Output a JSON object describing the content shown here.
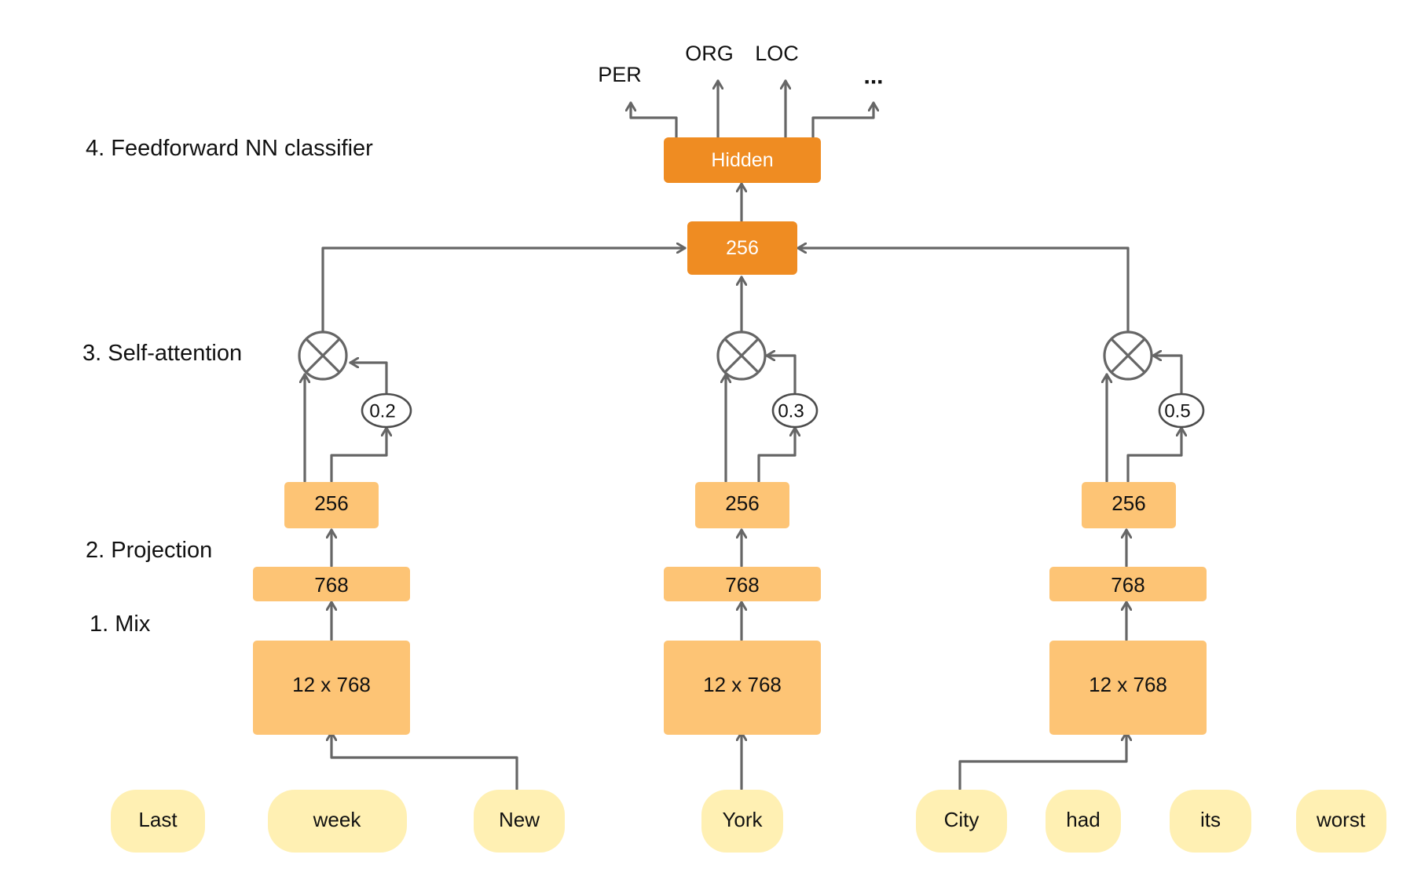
{
  "colors": {
    "token": "#fff0b3",
    "block": "#fdc475",
    "classifier": "#ef8c22",
    "arrow": "#666666"
  },
  "stages": {
    "mix": "1. Mix",
    "projection": "2. Projection",
    "self_attention": "3. Self-attention",
    "classifier": "4. Feedforward NN classifier"
  },
  "tokens": [
    "Last",
    "week",
    "New",
    "York",
    "City",
    "had",
    "its",
    "worst"
  ],
  "columns": [
    {
      "mix": "12 x 768",
      "layer": "768",
      "proj": "256",
      "weight": "0.2",
      "op_icon": "multiply-icon"
    },
    {
      "mix": "12 x 768",
      "layer": "768",
      "proj": "256",
      "weight": "0.3",
      "op_icon": "multiply-icon"
    },
    {
      "mix": "12 x 768",
      "layer": "768",
      "proj": "256",
      "weight": "0.5",
      "op_icon": "multiply-icon"
    }
  ],
  "pooled": "256",
  "hidden": "Hidden",
  "outputs": [
    "PER",
    "ORG",
    "LOC",
    "..."
  ]
}
